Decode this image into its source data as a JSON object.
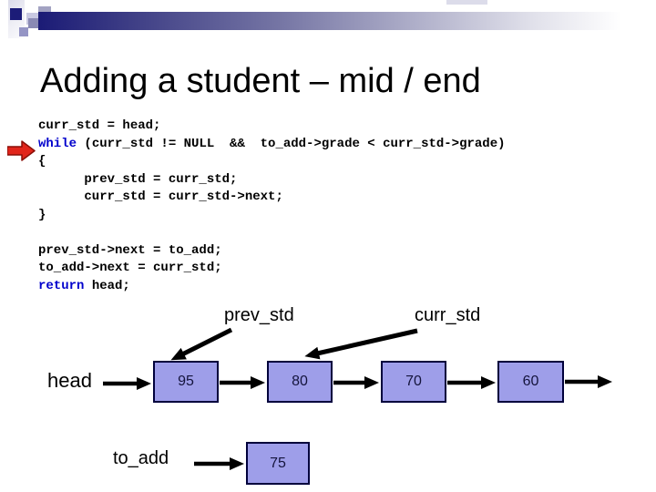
{
  "slide": {
    "title": "Adding a student – mid / end"
  },
  "code": {
    "lines": [
      {
        "kw": "",
        "text": "curr_std = head;"
      },
      {
        "kw": "while",
        "text": " (curr_std != NULL  &&  to_add->grade < curr_std->grade)"
      },
      {
        "kw": "",
        "text": "{"
      },
      {
        "kw": "",
        "text": "      prev_std = curr_std;"
      },
      {
        "kw": "",
        "text": "      curr_std = curr_std->next;"
      },
      {
        "kw": "",
        "text": "}"
      },
      {
        "kw": "",
        "text": ""
      },
      {
        "kw": "",
        "text": "prev_std->next = to_add;"
      },
      {
        "kw": "",
        "text": "to_add->next = curr_std;"
      },
      {
        "kw": "return",
        "text": " head;"
      }
    ]
  },
  "diagram": {
    "labels": {
      "head": "head",
      "prev": "prev_std",
      "curr": "curr_std",
      "to_add": "to_add"
    },
    "nodes": [
      {
        "value": "95"
      },
      {
        "value": "80"
      },
      {
        "value": "70"
      },
      {
        "value": "60"
      },
      {
        "value": "75"
      }
    ]
  },
  "colors": {
    "node_fill": "#9e9ee9",
    "keyword_blue": "#0000cc",
    "marker_red": "#e1251b",
    "bar_navy": "#1b1b76",
    "arrow_black": "#000000"
  },
  "icons": {
    "marker": "red-block-arrow-icon"
  }
}
